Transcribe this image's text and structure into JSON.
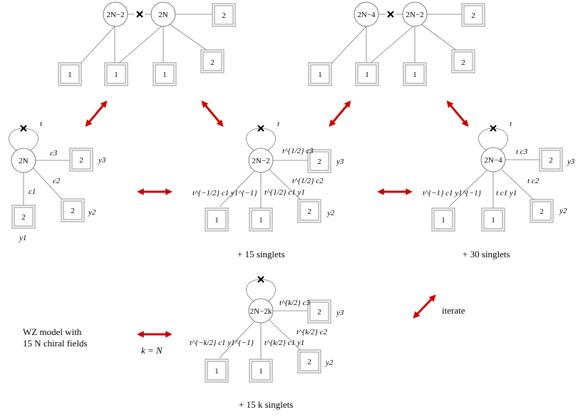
{
  "quivers": {
    "top_left": {
      "nodes": [
        "2N−2",
        "2N"
      ],
      "boxes": [
        "2",
        "1",
        "1",
        "1",
        "2"
      ]
    },
    "top_right": {
      "nodes": [
        "2N−4",
        "2N−2"
      ],
      "boxes": [
        "2",
        "1",
        "1",
        "1",
        "2"
      ]
    },
    "mid_left": {
      "node": "2N",
      "adjoint": "t",
      "boxes": [
        "2",
        "2",
        "2"
      ],
      "edge_labels": [
        "c3",
        "c2",
        "c1"
      ],
      "fugacities": [
        "y3",
        "y2",
        "y1"
      ]
    },
    "mid_center": {
      "node": "2N−2",
      "adjoint": "t",
      "boxes": [
        "2",
        "1",
        "1",
        "2"
      ],
      "edge_labels": [
        "t^{1/2} c3",
        "t^{1/2} c2",
        "t^{−1/2} c1 y1^{−1}",
        "t^{1/2} c1 y1"
      ],
      "fugacities": [
        "y3",
        "y2"
      ],
      "singlets": "+ 15  singlets"
    },
    "mid_right": {
      "node": "2N−4",
      "adjoint": "t",
      "boxes": [
        "2",
        "1",
        "1",
        "2"
      ],
      "edge_labels": [
        "t c3",
        "t c2",
        "t^{−1} c1 y1^{−1}",
        "t c1 y1"
      ],
      "fugacities": [
        "y3",
        "y2"
      ],
      "singlets": "+ 30  singlets"
    },
    "bottom": {
      "node": "2N−2k",
      "boxes": [
        "2",
        "1",
        "1",
        "2"
      ],
      "edge_labels": [
        "t^{k/2} c3",
        "t^{k/2} c2",
        "t^{−k/2} c1 y1^{−1}",
        "t^{k/2} c1 y1"
      ],
      "fugacities": [
        "y3",
        "y2"
      ],
      "singlets": "+ 15 k singlets"
    }
  },
  "wz_text": {
    "line1": "WZ model with",
    "line2": "15 N chiral fields",
    "condition": "k = N"
  },
  "iterate_label": "iterate",
  "colors": {
    "arrow": "#cc0000",
    "lines": "#777777"
  }
}
